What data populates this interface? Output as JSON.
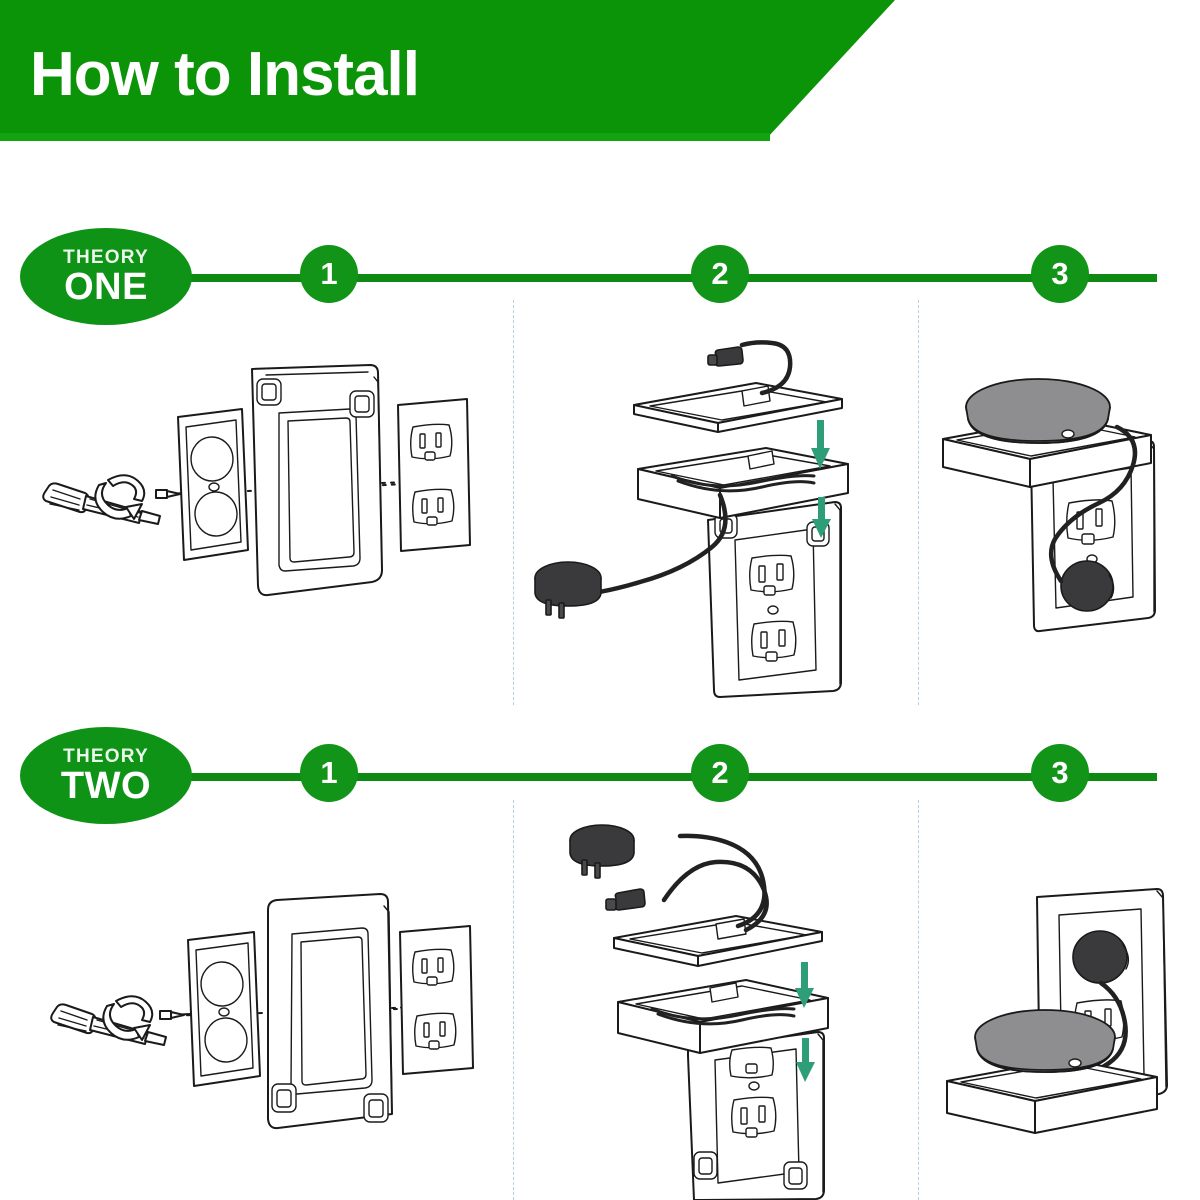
{
  "header": {
    "title": "How to Install",
    "banner_color": "#0C9409",
    "text_color": "#FFFFFF"
  },
  "theme": {
    "green": "#0F9317",
    "track_green": "#0E8A12",
    "dot_green": "#119418",
    "arrow_green": "#2E9E78",
    "divider_color": "#B9CFDD",
    "line_art": "#1A1A1A"
  },
  "theories": [
    {
      "id": "theory-one",
      "badge_sub": "THEORY",
      "badge_main": "ONE",
      "steps": [
        {
          "number": "1",
          "illustration": "exploded-assembly-screwdriver-plate-bracket-outlet",
          "parts": [
            "screwdriver",
            "rotation-arrow",
            "screw",
            "outlet-cover-plate",
            "shelf-bracket-clips-top",
            "wall-outlet"
          ]
        },
        {
          "number": "2",
          "illustration": "shelf-tray-cable-routing-adapter",
          "parts": [
            "shelf-lid",
            "usb-connector",
            "shelf-tray",
            "coiled-cable",
            "power-adapter-plug",
            "mounted-bracket-outlet",
            "down-arrows"
          ]
        },
        {
          "number": "3",
          "illustration": "assembled-speaker-on-top-shelf",
          "parts": [
            "smart-speaker",
            "shelf",
            "wall-outlet",
            "plugged-adapter",
            "cable"
          ]
        }
      ]
    },
    {
      "id": "theory-two",
      "badge_sub": "THEORY",
      "badge_main": "TWO",
      "steps": [
        {
          "number": "1",
          "illustration": "exploded-assembly-screwdriver-plate-bracket-outlet-inverted",
          "parts": [
            "screwdriver",
            "rotation-arrow",
            "screw",
            "outlet-cover-plate",
            "shelf-bracket-clips-bottom",
            "wall-outlet"
          ]
        },
        {
          "number": "2",
          "illustration": "shelf-tray-cable-routing-adapter-inverted",
          "parts": [
            "power-adapter-plug",
            "usb-connector",
            "shelf-lid",
            "shelf-tray",
            "coiled-cable",
            "mounted-bracket-outlet",
            "down-arrows"
          ]
        },
        {
          "number": "3",
          "illustration": "assembled-speaker-on-bottom-shelf",
          "parts": [
            "plugged-adapter",
            "wall-outlet",
            "smart-speaker",
            "shelf",
            "cable"
          ]
        }
      ]
    }
  ]
}
